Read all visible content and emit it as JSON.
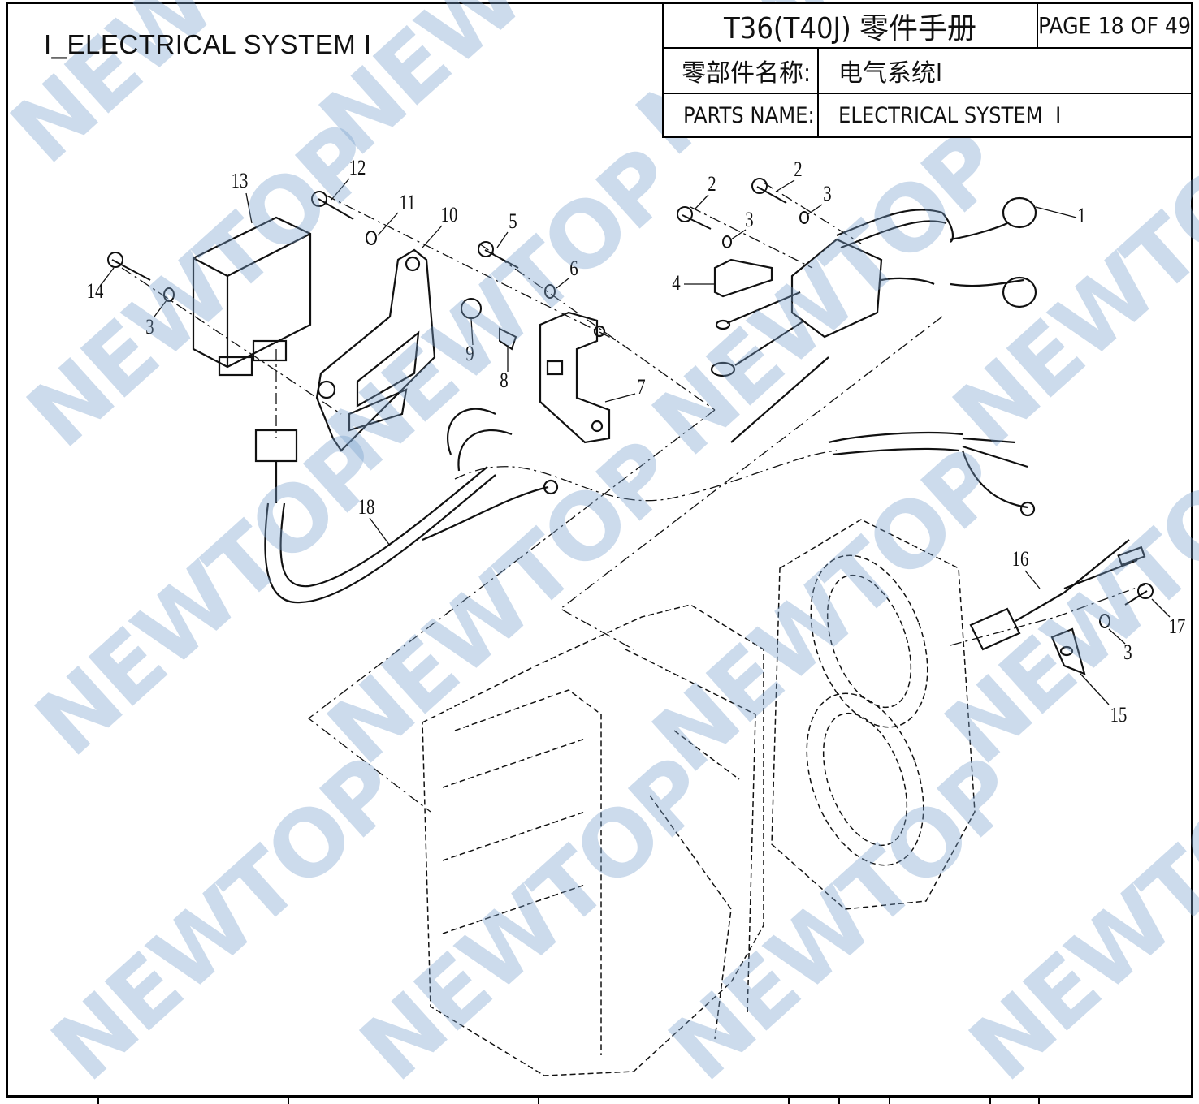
{
  "page": {
    "title": "I_ELECTRICAL SYSTEM I"
  },
  "title_block": {
    "manual_title": "T36(T40J) 零件手册",
    "page_label": "PAGE 18 OF 49",
    "name_label_cn": "零部件名称:",
    "name_value_cn": "电气系统Ⅰ",
    "name_label_en": "PARTS NAME:",
    "name_value_en": "ELECTRICAL SYSTEM  I"
  },
  "watermark": {
    "text": "NEWTOP",
    "color": "#78a0cd"
  },
  "callouts": [
    "13",
    "12",
    "11",
    "10",
    "5",
    "6",
    "14",
    "3",
    "9",
    "8",
    "7",
    "2",
    "2",
    "3",
    "3",
    "4",
    "1",
    "18",
    "16",
    "17",
    "3",
    "15"
  ]
}
